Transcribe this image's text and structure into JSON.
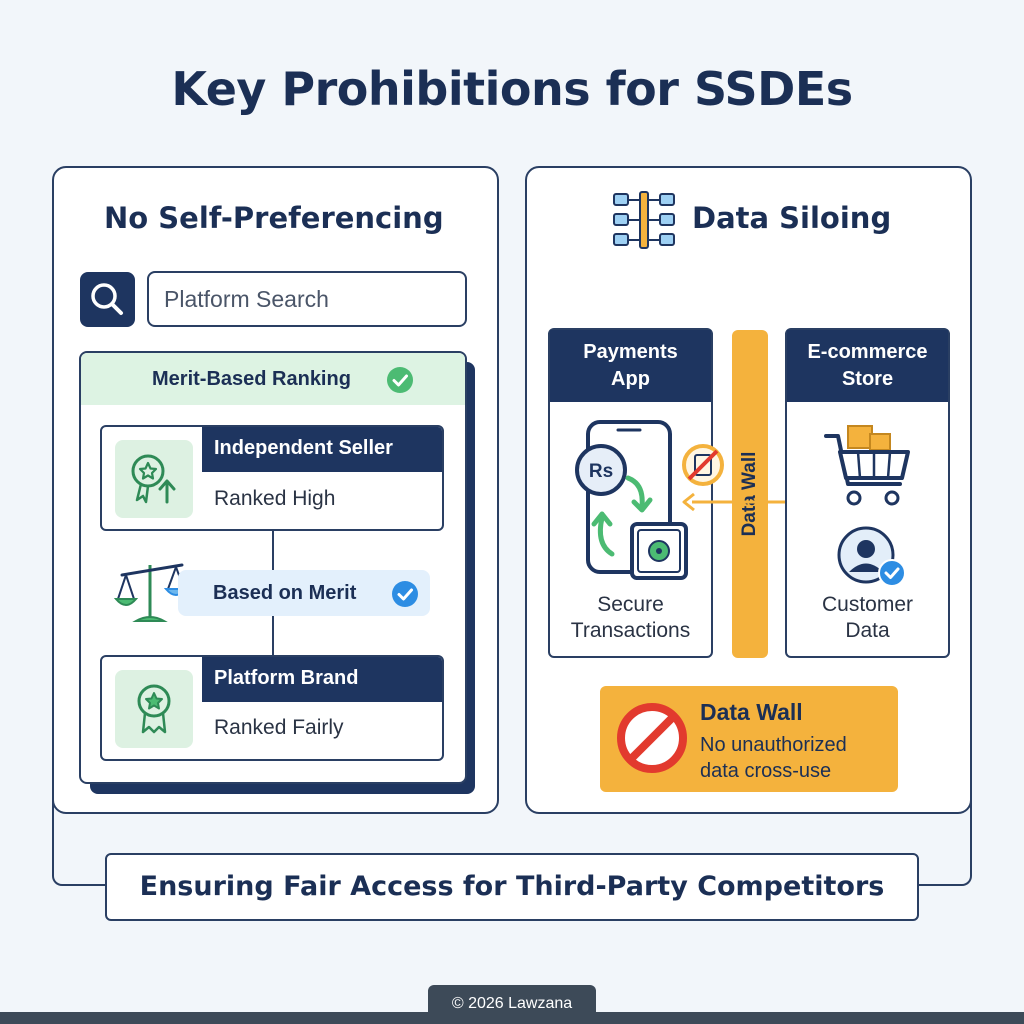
{
  "title": "Key Prohibitions for SSDEs",
  "left_panel": {
    "title": "No Self-Preferencing",
    "search_placeholder": "Platform Search",
    "ranking_header": "Merit-Based Ranking",
    "sellers": [
      {
        "name": "Independent Seller",
        "rank": "Ranked High"
      },
      {
        "name": "Platform Brand",
        "rank": "Ranked Fairly"
      }
    ],
    "merit_label": "Based on Merit"
  },
  "right_panel": {
    "title": "Data Siloing",
    "payments": {
      "title_line1": "Payments",
      "title_line2": "App",
      "desc_line1": "Secure",
      "desc_line2": "Transactions",
      "currency": "Rs"
    },
    "ecommerce": {
      "title_line1": "E-commerce",
      "title_line2": "Store",
      "desc_line1": "Customer",
      "desc_line2": "Data"
    },
    "wall_label": "Data Wall",
    "callout_title": "Data Wall",
    "callout_desc": "No unauthorized data cross-use"
  },
  "footer": "Ensuring Fair Access for Third-Party Competitors",
  "copyright": "© 2026 Lawzana",
  "colors": {
    "navy": "#1e3560",
    "green": "#4cbb73",
    "blue": "#2d8de3",
    "amber": "#f4b23d",
    "red": "#e23a2e"
  },
  "icons": [
    "search-icon",
    "check-icon",
    "award-icon",
    "scale-icon",
    "network-icon",
    "phone-icon",
    "safe-icon",
    "cart-icon",
    "user-icon",
    "prohibited-icon"
  ]
}
